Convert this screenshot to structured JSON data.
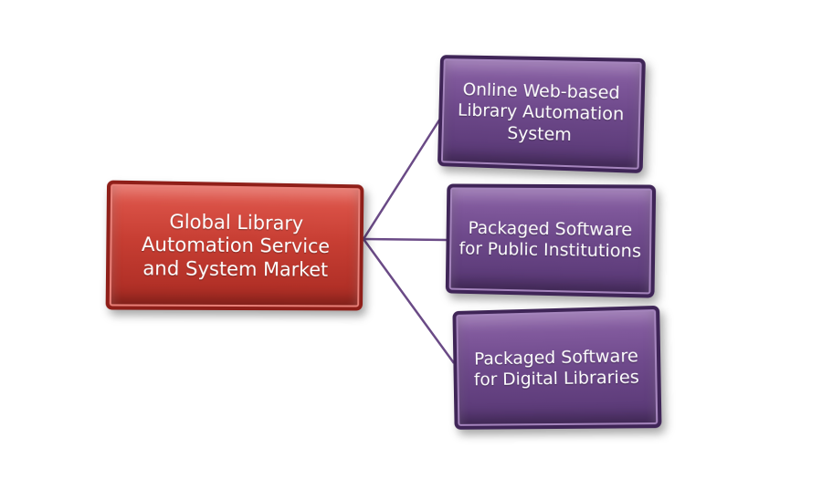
{
  "diagram": {
    "root": {
      "lines": [
        "Global Library",
        "Automation Service",
        "and System Market"
      ],
      "color": "#c73e33"
    },
    "children": [
      {
        "lines": [
          "Online Web-based",
          "Library Automation",
          "System"
        ]
      },
      {
        "lines": [
          "Packaged Software",
          "for Public Institutions"
        ]
      },
      {
        "lines": [
          "Packaged Software",
          "for Digital Libraries"
        ]
      }
    ],
    "child_color": "#6f4a8c",
    "connector_color": "#6a4a86"
  }
}
